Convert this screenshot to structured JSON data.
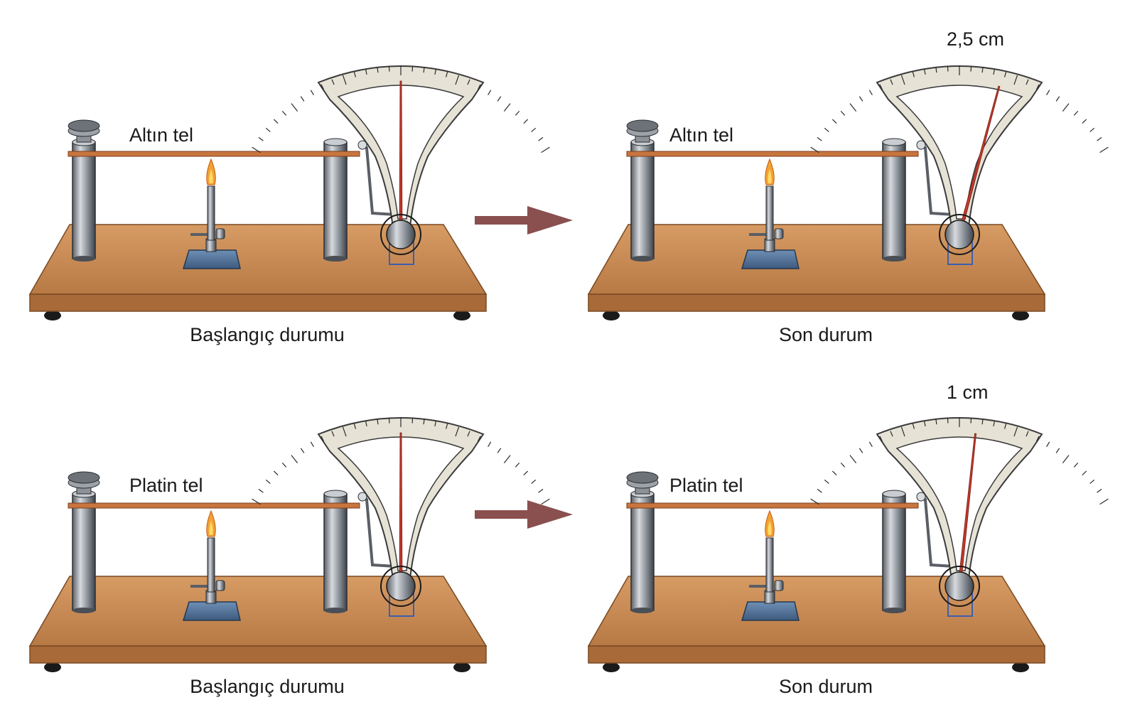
{
  "diagram": {
    "panels": [
      {
        "id": "gold-start",
        "wire_label": "Altın tel",
        "caption": "Başlangıç durumu",
        "measurement": "",
        "pointer_deflection": 0
      },
      {
        "id": "gold-end",
        "wire_label": "Altın tel",
        "caption": "Son durum",
        "measurement": "2,5 cm",
        "pointer_deflection": 2.5
      },
      {
        "id": "platinum-start",
        "wire_label": "Platin tel",
        "caption": "Başlangıç durumu",
        "measurement": "",
        "pointer_deflection": 0
      },
      {
        "id": "platinum-end",
        "wire_label": "Platin tel",
        "caption": "Son durum",
        "measurement": "1 cm",
        "pointer_deflection": 1
      }
    ],
    "colors": {
      "table_top": "#c98a55",
      "table_edge": "#a86a38",
      "wire": "#c8753f",
      "arrow": "#8a4f4f",
      "flame_outer": "#f2a233",
      "flame_inner": "#ffd966",
      "burner_base": "#4d6c91",
      "scale": "#e6e2d6"
    }
  }
}
